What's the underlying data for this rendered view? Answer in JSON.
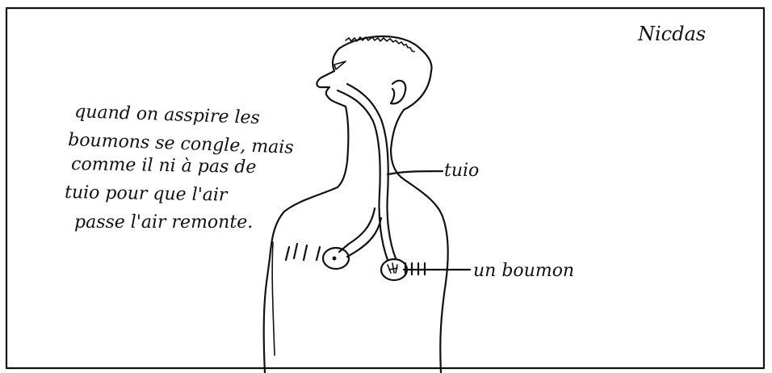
{
  "author": "Nicdas",
  "note": {
    "lines": [
      "quand on asspire les",
      "boumons se congle, mais",
      "comme il ni à pas de",
      "tuio  pour que l'air",
      "passe l'air remonte."
    ]
  },
  "labels": {
    "tube": "tuio",
    "lung": "un boumon"
  }
}
